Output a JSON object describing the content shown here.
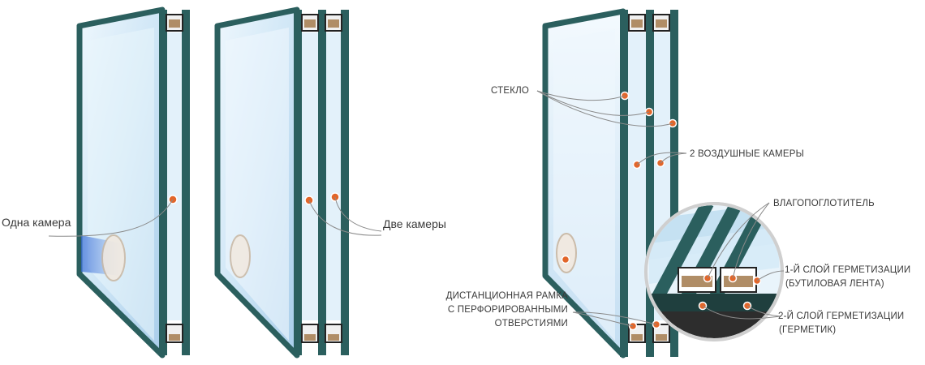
{
  "labels": {
    "one_chamber": "Одна камера",
    "two_chambers": "Две камеры",
    "glass": "СТЕКЛО",
    "two_air_chambers": "2 ВОЗДУШНЫЕ КАМЕРЫ",
    "desiccant": "ВЛАГОПОГЛОТИТЕЛЬ",
    "first_seal_line1": "1-Й СЛОЙ ГЕРМЕТИЗАЦИИ",
    "first_seal_line2": "(БУТИЛОВАЯ ЛЕНТА)",
    "second_seal_line1": "2-Й СЛОЙ ГЕРМЕТИЗАЦИИ",
    "second_seal_line2": "(ГЕРМЕТИК)",
    "spacer_line1": "ДИСТАНЦИОННАЯ РАМКА",
    "spacer_line2": "С ПЕРФОРИРОВАННЫМИ",
    "spacer_line3": "ОТВЕРСТИЯМИ"
  },
  "colors": {
    "frame": "#2b5f5e",
    "glass": "#d7ecf8",
    "glass_edge": "#b7d8ee",
    "marker": "#e2662a",
    "leader": "#8a8a8a",
    "text": "#3a3a3a"
  }
}
